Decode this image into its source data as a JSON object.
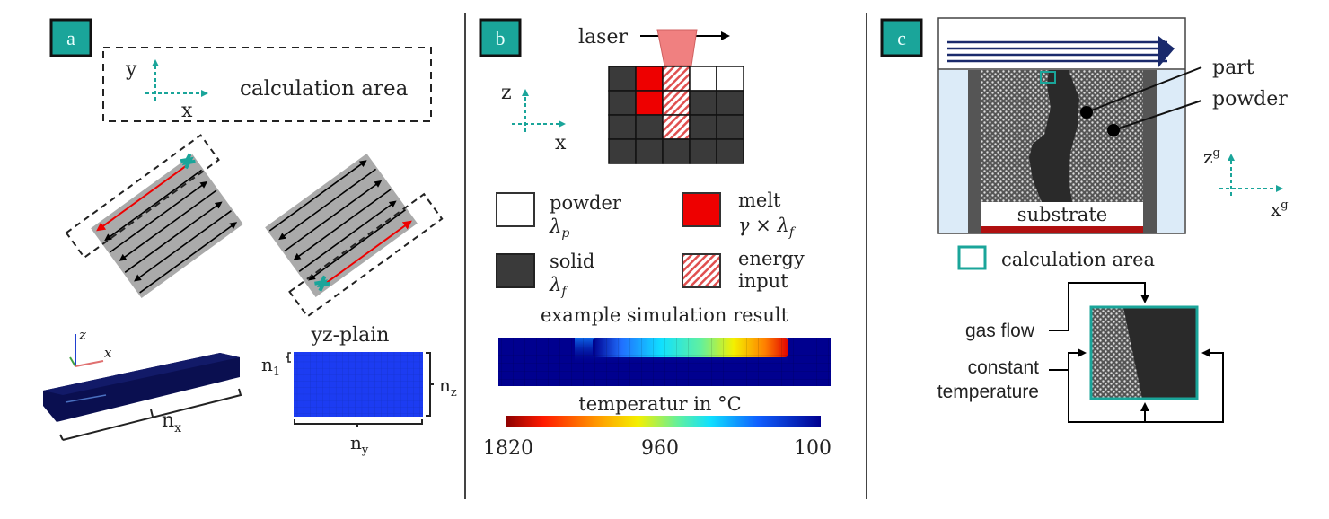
{
  "colors": {
    "teal": "#1aa59a",
    "navy": "#1a2a6c",
    "red": "#ee0000",
    "dark": "#3a3a3a",
    "laser": "#f08080",
    "yz_blue": "#1c3cf2"
  },
  "panel_a": {
    "label": "a",
    "axis_y": "y",
    "axis_x": "x",
    "calc_area": "calculation area",
    "axis3d_z": "z",
    "axis3d_x": "x",
    "nx": {
      "base": "n",
      "sub": "x"
    },
    "yz_title": "yz-plain",
    "n1": {
      "base": "n",
      "sub": "1"
    },
    "nz": {
      "base": "n",
      "sub": "z"
    },
    "ny": {
      "base": "n",
      "sub": "y"
    }
  },
  "panel_b": {
    "label": "b",
    "laser": "laser",
    "axis_z": "z",
    "axis_x": "x",
    "grid": [
      [
        "solid",
        "melt",
        "energy",
        "powder",
        "powder"
      ],
      [
        "solid",
        "melt",
        "energy",
        "solid",
        "solid"
      ],
      [
        "solid",
        "solid",
        "energy",
        "solid",
        "solid"
      ],
      [
        "solid",
        "solid",
        "solid",
        "solid",
        "solid"
      ]
    ],
    "legend": {
      "powder": {
        "name": "powder",
        "sym": "λ",
        "sub": "p"
      },
      "melt": {
        "name": "melt",
        "sym": "γ × λ",
        "sub": "f"
      },
      "solid": {
        "name": "solid",
        "sym": "λ",
        "sub": "f"
      },
      "energy": {
        "name1": "energy",
        "name2": "input"
      }
    },
    "sim_title": "example simulation result",
    "colorbar_title": "temperatur in °C",
    "colorbar_ticks": [
      "1820",
      "960",
      "100"
    ]
  },
  "panel_c": {
    "label": "c",
    "part": "part",
    "powder": "powder",
    "substrate": "substrate",
    "axis_z": {
      "base": "z",
      "sup": "g"
    },
    "axis_x": {
      "base": "x",
      "sup": "g"
    },
    "calc_area": "calculation area",
    "gas_flow": "gas flow",
    "const_temp1": "constant",
    "const_temp2": "temperature"
  }
}
